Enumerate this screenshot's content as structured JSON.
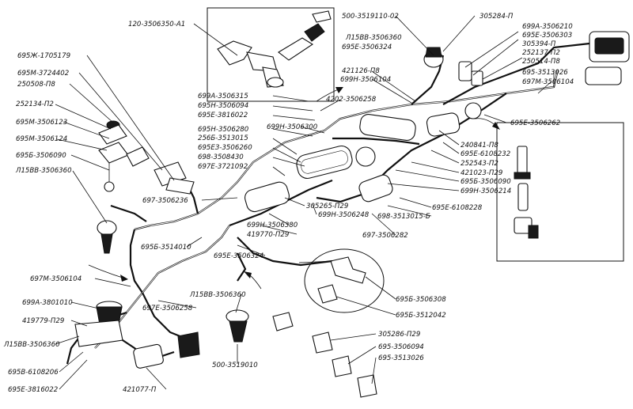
{
  "labels": {
    "l01": "120-3506350-А1",
    "l02": "500-3519110-02",
    "l03": "305284-П",
    "l04": "699А-3506210",
    "l05": "695Е-3506303",
    "l06": "Л15ВВ-3506360",
    "l07": "695Е-3506324",
    "l08": "305394-П",
    "l09": "252137-П2",
    "l10": "250514-П8",
    "l11": "695Ж-1705179",
    "l12": "695М-3724402",
    "l13": "250508-П8",
    "l14": "252134-П2",
    "l15": "695М-3506123",
    "l16": "695М-3506124",
    "l17": "695Б-3506090",
    "l18": "Л15ВВ-3506360",
    "l19": "421126-П8",
    "l20": "699Н-3506104",
    "l21": "695-3513026",
    "l22": "697М-3506104",
    "l23": "699А-3506315",
    "l24": "695Н-3506094",
    "l25": "695Е-3816022",
    "l26": "4202-3506258",
    "l27": "695Е-3506262",
    "l28": "695Н-3506280",
    "l29": "699Н-3506300",
    "l30": "256Б-3513015",
    "l31": "695ЕЗ-3506260",
    "l32": "698-3508430",
    "l33": "697Е-3721092",
    "l34": "240841-П8",
    "l35": "695Е-6108232",
    "l36": "252543-П2",
    "l37": "421023-П29",
    "l38": "695Б-3506090",
    "l39": "699Н-3506214",
    "l40": "697-3506236",
    "l41": "305265-П29",
    "l42": "699Н-3506248",
    "l43": "695Е-6108228",
    "l44": "698-3513015-Б",
    "l45": "699Н-3506380",
    "l46": "419770-П29",
    "l47": "697-3506282",
    "l48": "695Б-3514010",
    "l49": "695Е-3506324",
    "l50": "697М-3506104",
    "l51": "699А-3801010",
    "l52": "697Е-3506258",
    "l53": "419779-П29",
    "l54": "Л15ВВ-3506360",
    "l55": "Л15ВВ-3506360",
    "l56": "695В-6108206",
    "l57": "695Е-3816022",
    "l58": "421077-П",
    "l59": "500-3519010",
    "l60": "695Б-3506308",
    "l61": "695Б-3512042",
    "l62": "305286-П29",
    "l63": "695-3506094",
    "l64": "695-3513026"
  }
}
